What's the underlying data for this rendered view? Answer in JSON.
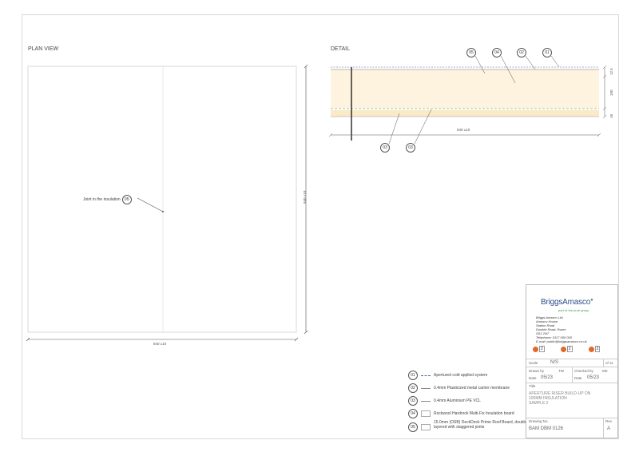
{
  "plan_view": {
    "title": "PLAN VIEW",
    "callout_text": "Joint in the insulation",
    "callout_ref": "05",
    "dim_width": "840 ±10",
    "dim_height": "940 ±10"
  },
  "detail": {
    "title": "DETAIL",
    "top_refs": [
      "05",
      "04",
      "02",
      "01"
    ],
    "bottom_refs": [
      "03",
      "03"
    ],
    "dim_width": "940 ±10",
    "dim_right_top": "12.5",
    "dim_right_mid": "100",
    "dim_right_bottom": "18"
  },
  "legend": [
    {
      "ref": "01",
      "text": "Apertured cold applied system",
      "swatch": "dashed-blue"
    },
    {
      "ref": "02",
      "text": "0.4mm Plasticized metal carrier membrane",
      "swatch": "line"
    },
    {
      "ref": "03",
      "text": "0.4mm Aluminium PE VCL",
      "swatch": "line"
    },
    {
      "ref": "04",
      "text": "Rockwool Hardrock Multi-Fix Insulation board",
      "swatch": "box"
    },
    {
      "ref": "05",
      "text": "15.0mm (OSB) DeckDeck Prime Roof Board, double layered with staggered joints",
      "swatch": "box"
    }
  ],
  "title_block": {
    "company": "BriggsAmasco",
    "tagline": "part of the pure group",
    "address": [
      "Briggs Amasco Ltd.",
      "Amasco House",
      "Station Road",
      "Dunkirk Road, Essex",
      "SS1 2NT",
      "Telephone: 0117 000 000",
      "E-mail: public@briggsamasco.co.uk"
    ],
    "badges": [
      "2",
      "2",
      "2"
    ],
    "scale_label": "Scale",
    "scale_value": "N/S",
    "sheet": "of 11",
    "drawn_by_label": "Drawn by",
    "drawn_by_value": "TW",
    "checked_by_label": "Checked by",
    "checked_by_value": "MK",
    "date_label": "Date",
    "date_value": "05/23",
    "date2_label": "Date",
    "date2_value": "05/23",
    "title_label": "Title",
    "title_lines": [
      "APERTURE RISER BUILD-UP ON",
      "100MM INSULATION",
      "SAMPLE 2"
    ],
    "drawing_no_label": "Drawing No.",
    "drawing_no_value": "BAM DBM 0126",
    "rev_label": "Rev",
    "rev_value": "A"
  },
  "colors": {
    "insulation_fill": "#fdf3de",
    "dash_green": "#8ab34a",
    "dash_blue": "#4a5fb3",
    "logo_blue": "#2a4e8a",
    "badge_orange": "#e06a2a"
  }
}
